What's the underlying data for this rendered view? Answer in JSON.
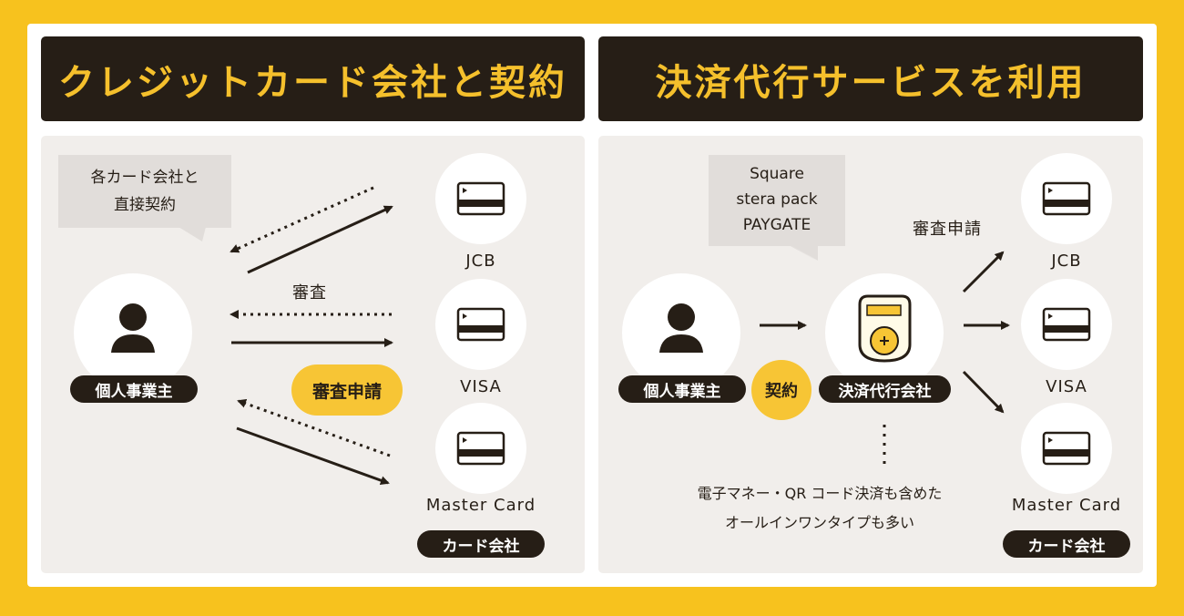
{
  "left": {
    "title": "クレジットカード会社と契約",
    "bubble_line1": "各カード会社と",
    "bubble_line2": "直接契約",
    "person_label": "個人事業主",
    "review_label": "審査",
    "application_label": "審査申請",
    "card_labels": [
      "JCB",
      "VISA",
      "Master Card"
    ],
    "card_company_label": "カード会社"
  },
  "right": {
    "title": "決済代行サービスを利用",
    "bubble_lines": [
      "Square",
      "stera pack",
      "PAYGATE"
    ],
    "person_label": "個人事業主",
    "contract_label": "契約",
    "agent_label": "決済代行会社",
    "application_label": "審査申請",
    "card_labels": [
      "JCB",
      "VISA",
      "Master Card"
    ],
    "card_company_label": "カード会社",
    "note_line1": "電子マネー・QR コード決済も含めた",
    "note_line2": "オールインワンタイプも多い"
  },
  "colors": {
    "background": "#f7c21e",
    "dark": "#261e16",
    "accent_yellow": "#f5c02c",
    "panel": "#f1eeeb"
  },
  "icons": [
    "person-icon",
    "credit-card-icon",
    "payment-terminal-icon"
  ]
}
